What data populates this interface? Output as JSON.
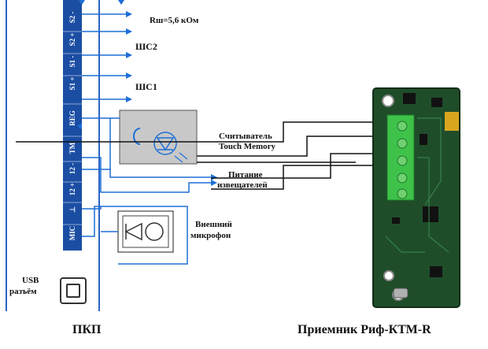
{
  "labels": {
    "resistor": "Rш=5,6 кОм",
    "loop2": "ШС2",
    "loop1": "ШС1",
    "reader_line1": "Считыватель",
    "reader_line2": "Touch Memory",
    "power_line1": "Питание",
    "power_line2": "извещателей",
    "mic_line1": "Внешний",
    "mic_line2": "микрофон",
    "usb_line1": "USB",
    "usb_line2": "разъём",
    "ppk": "ПКП",
    "receiver": "Приемник Риф-КТМ-R"
  },
  "terminals": [
    "S2 -",
    "S2 +",
    "S1 -",
    "S1 +",
    "REG",
    "TM",
    "12 -",
    "12 +",
    "⊥",
    "MIC"
  ],
  "colors": {
    "wire_blue": "#1e6fd6",
    "terminal_strip": "#1b4ea3",
    "pcb_green": "#1f4d2a",
    "terminal_block": "#3ec24a",
    "reader_box": "#c8c8c8"
  }
}
